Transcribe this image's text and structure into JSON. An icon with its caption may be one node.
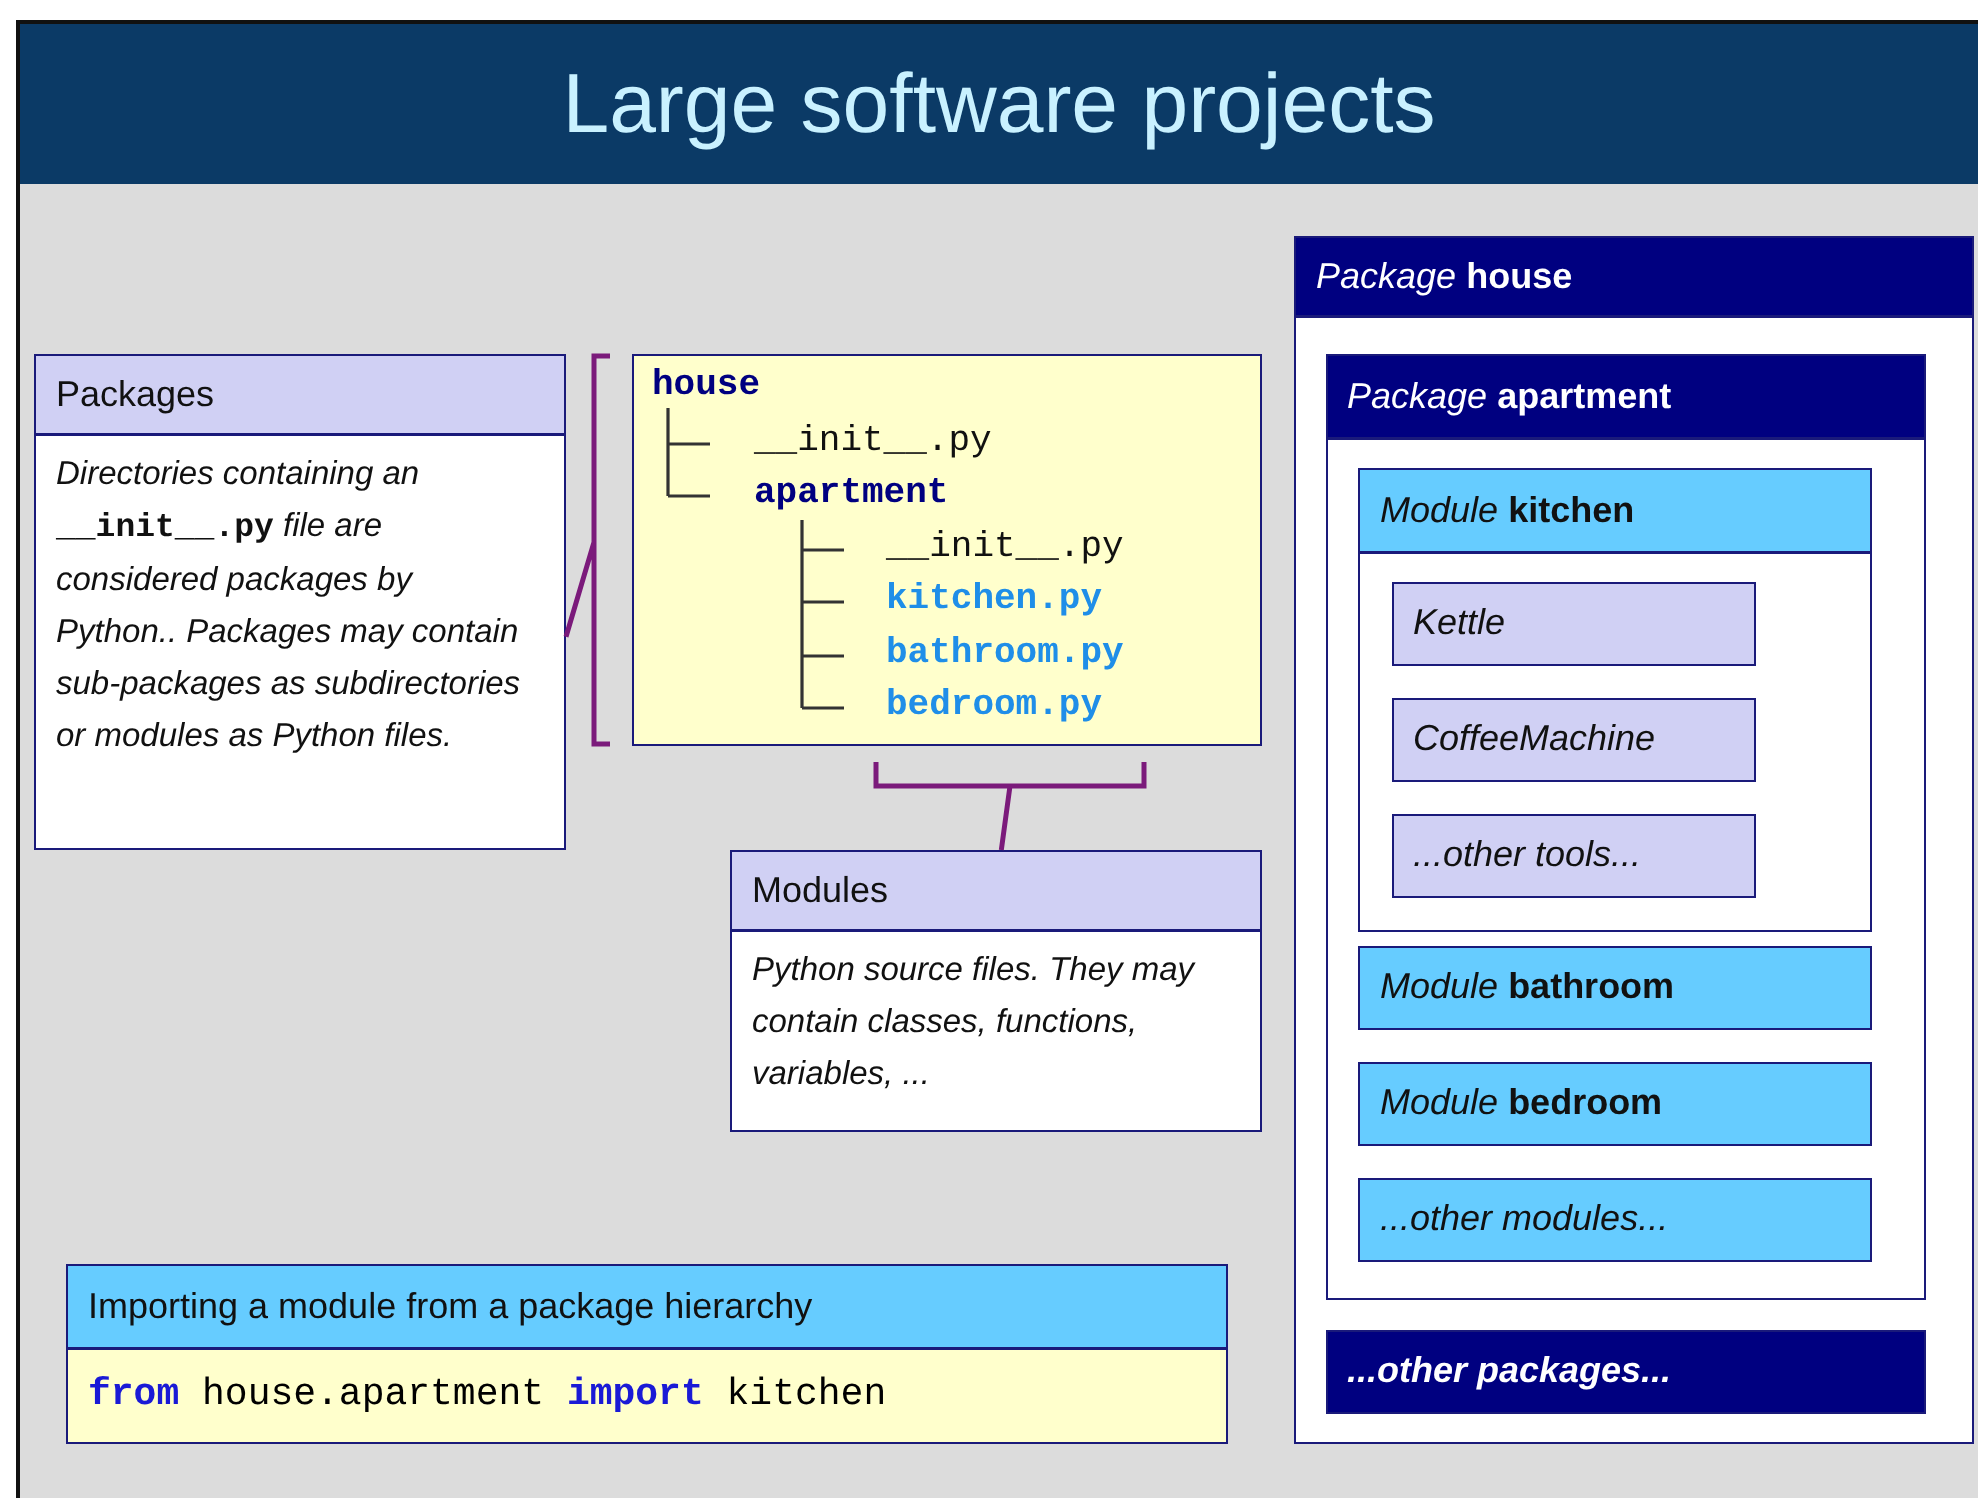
{
  "diagram": {
    "title": "Large software projects",
    "nodes": [
      {
        "text": [
          "Packages",
          "Directories containing an **__init__.py** file are considered packages by Python.. Packages may contain sub-packages as subdirectories or modules as Python files."
        ]
      },
      {
        "text": [
          "house",
          "__init__.py",
          "apartment",
          "__init__.py",
          "kitchen.py",
          "bathroom.py",
          "bedroom.py"
        ]
      },
      {
        "text": [
          "Modules",
          "Python source files. They may contain classes, functions, variables, ..."
        ]
      },
      {
        "text": [
          "Importing a module from a package hierarchy",
          "**from** house.apartment **import** kitchen"
        ]
      },
      {
        "text": [
          "*Package* **house**"
        ]
      },
      {
        "text": [
          "*Package* **apartment**"
        ],
        "in": 4
      },
      {
        "text": [
          "*Module* **kitchen**"
        ],
        "in": 5
      },
      {
        "text": [
          "Kettle"
        ],
        "in": 6
      },
      {
        "text": [
          "CoffeeMachine"
        ],
        "in": 6
      },
      {
        "text": [
          "...other tools..."
        ],
        "in": 6
      },
      {
        "text": [
          "*Module* **bathroom**"
        ],
        "in": 5
      },
      {
        "text": [
          "*Module* **bedroom**"
        ],
        "in": 5
      },
      {
        "text": [
          "...other modules..."
        ],
        "in": 5
      },
      {
        "text": [
          "...other packages..."
        ],
        "in": 4
      }
    ],
    "edges": [
      {
        "from": 0,
        "to": 1,
        "arrow": "none"
      },
      {
        "from": 2,
        "to": 1,
        "arrow": "none"
      }
    ]
  }
}
